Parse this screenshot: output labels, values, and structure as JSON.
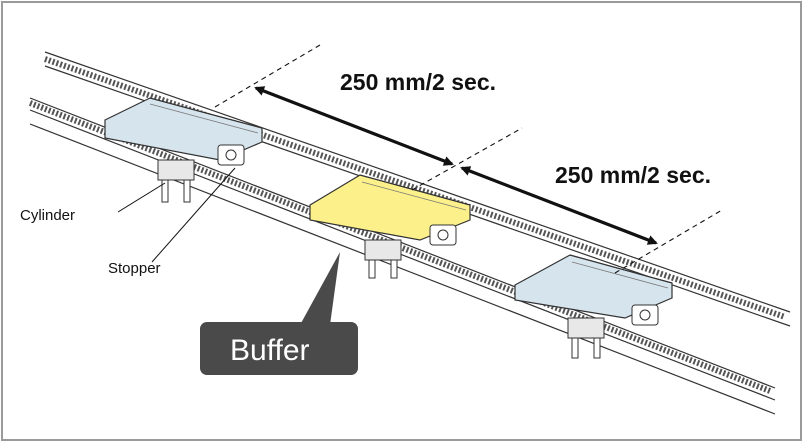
{
  "labels": {
    "distance_1": "250 mm/2 sec.",
    "distance_2": "250 mm/2 sec.",
    "cylinder": "Cylinder",
    "stopper": "Stopper",
    "buffer": "Buffer"
  },
  "colors": {
    "pallet_blue": "#d6e4ee",
    "pallet_yellow": "#fbf08a",
    "callout": "#4a4a4a",
    "frame": "#9a9a9a"
  }
}
